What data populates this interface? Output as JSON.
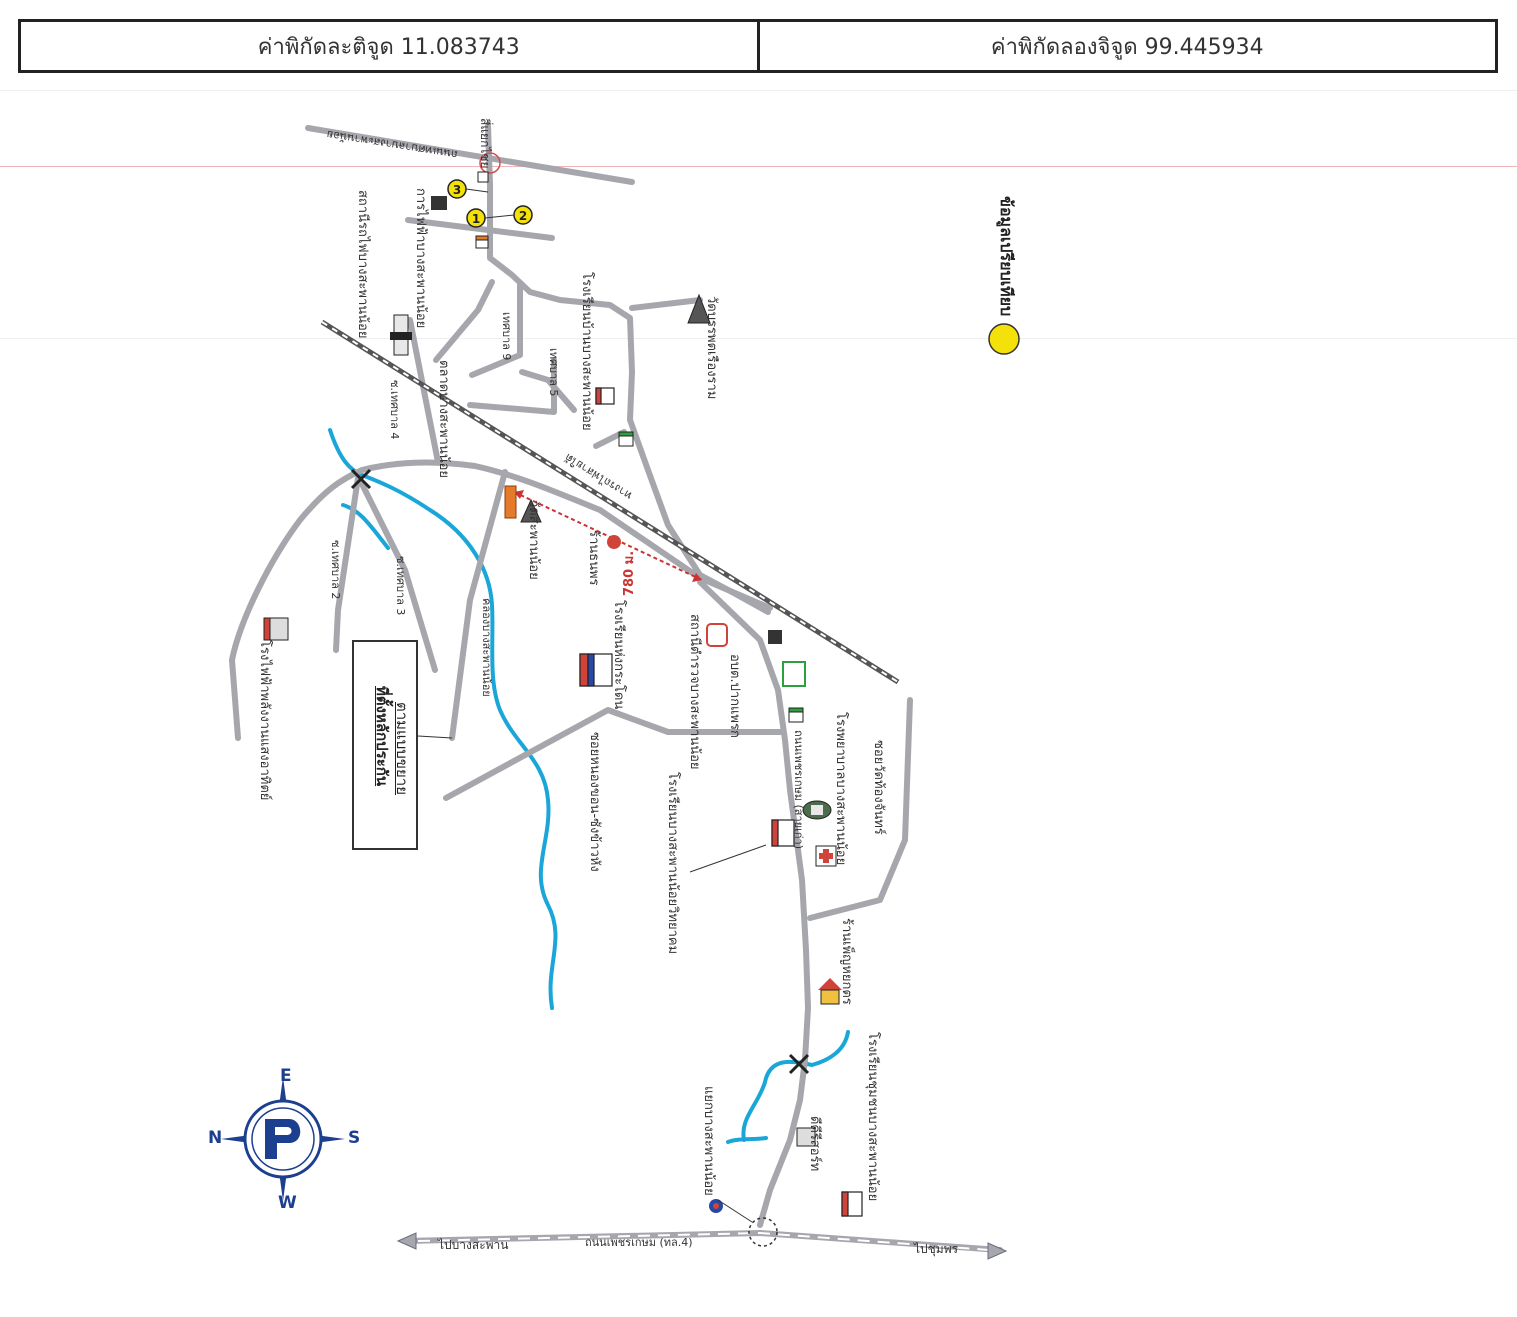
{
  "header": {
    "latitude_text": "ค่าพิกัดละติจูด 11.083743",
    "longitude_text": "ค่าพิกัดลองจิจูด 99.445934"
  },
  "map": {
    "distance_label": "780 ม.",
    "legend_box": {
      "line1": "ที่ตั้งหลักประกัน",
      "line2": "ตามแบบขยาย"
    },
    "rate_legend_label": "ข้อมูลเปรียบเทียบ",
    "markers": [
      "1",
      "2",
      "3"
    ],
    "labels": {
      "bottom_left_road": "ไปบางสะพาน",
      "bottom_right_road": "ไปชุมพร",
      "main_highway": "ถนนเพชรเกษม (ทล.4)",
      "railway": "ทางรถไฟสายใต้",
      "temple_1": "วัดสะพานน้อย",
      "temple_2": "วัดบรรพตเรืองราม",
      "school_1": "โรงเรียนบ้านบางสะพานน้อย",
      "school_2": "โรงเรียนห่งกระโดน",
      "school_3": "โรงเรียนบางสะพานน้อยวิทยาคม",
      "school_4": "โรงเรียนชุมชนบางสะพานน้อย",
      "hospital": "โรงพยาบาลบางสะพานน้อย",
      "police": "สถานีตำรวจบางสะพานน้อย",
      "district": "อบต.ปากแพรก",
      "station": "สถานีรถไฟบางสะพานน้อย",
      "electric": "การไฟฟ้าบางสะพานน้อย",
      "market": "ตลาดบางสะพานน้อย",
      "power_plant": "โรงไฟฟ้าพลังงานแสงอาทิตย์",
      "soi_1": "ซอยหนองขอน-ซังข้าวหัง",
      "soi_2": "ซอยวัดท้องจันทร์",
      "store_1": "ร้านเพ็ญหยกตร",
      "store_2": "ร้านธนพร",
      "resort": "ดีดีรีสอร์ท",
      "junction_1": "แยกบางสะพานน้อย",
      "junction_2": "สี่แยกไชย",
      "road_top": "ถนนเทศบาลบางสะพานน้อย",
      "alley_2": "ซ.เทศบาล 2",
      "alley_3": "ซ.เทศบาล 3",
      "alley_4": "ซ.เทศบาล 4",
      "alley_5": "เทศบาล 5",
      "alley_9": "เทศบาล 9",
      "hospital_road": "ถนนเพชรเกษม (สายเก่า)",
      "canal": "คลองบางสะพานน้อย"
    },
    "compass": {
      "n": "N",
      "e": "E",
      "s": "S",
      "w": "W"
    },
    "colors": {
      "road": "#a6a6ad",
      "river": "#1aa6d8",
      "rail": "#555555",
      "route": "#cc3333",
      "marker": "#f5e10a",
      "compass": "#1c3f8f"
    }
  }
}
